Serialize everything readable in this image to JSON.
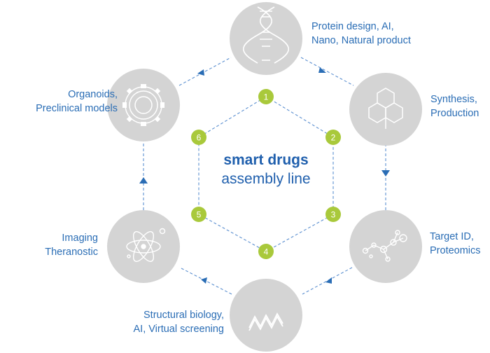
{
  "center": {
    "line1": "smart drugs",
    "line2": "assembly line"
  },
  "steps": [
    {
      "number": "1",
      "label_lines": [
        "Protein design, AI,",
        "Nano, Natural product"
      ]
    },
    {
      "number": "2",
      "label_lines": [
        "Synthesis,",
        "Production"
      ]
    },
    {
      "number": "3",
      "label_lines": [
        "Target ID,",
        "Proteomics"
      ]
    },
    {
      "number": "4",
      "label_lines": [
        "Structural biology,",
        "AI, Virtual screening"
      ]
    },
    {
      "number": "5",
      "label_lines": [
        "Imaging",
        "Theranostic"
      ]
    },
    {
      "number": "6",
      "label_lines": [
        "Organoids,",
        "Preclinical models"
      ]
    }
  ],
  "colors": {
    "circle": "#d4d4d4",
    "badge": "#a9c93b",
    "text": "#2a6db5",
    "title": "#1f5fad",
    "dashed_line": "#5b8fd0",
    "arrow": "#2a6db5"
  },
  "icons": [
    "dna-helix-icon",
    "molecule-hexagon-icon",
    "molecule-network-icon",
    "rna-strand-icon",
    "atom-icon",
    "cell-organoid-icon"
  ]
}
